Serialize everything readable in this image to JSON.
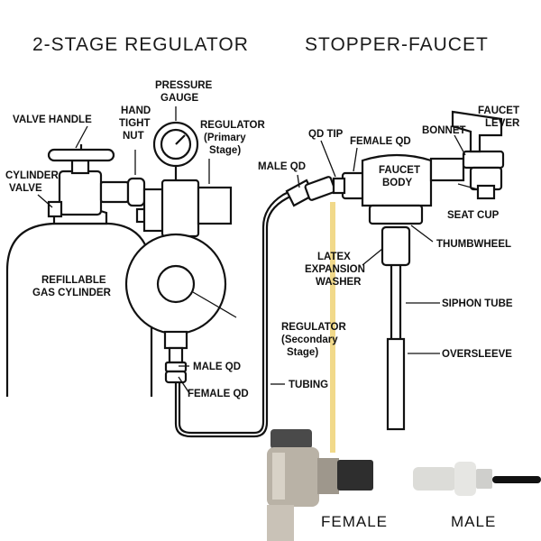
{
  "headers": {
    "left": "2-STAGE REGULATOR",
    "right": "STOPPER-FAUCET"
  },
  "labels": {
    "pressure_gauge": [
      "PRESSURE",
      "GAUGE"
    ],
    "valve_handle": [
      "VALVE HANDLE"
    ],
    "hand_tight_nut": [
      "HAND",
      "TIGHT",
      "NUT"
    ],
    "regulator_primary": [
      "REGULATOR",
      "(Primary",
      "Stage)"
    ],
    "cylinder_valve": [
      "CYLINDER",
      "VALVE"
    ],
    "refillable_gas_cylinder": [
      "REFILLABLE",
      "GAS CYLINDER"
    ],
    "regulator_secondary": [
      "REGULATOR",
      "(Secondary",
      "Stage)"
    ],
    "male_qd_left": [
      "MALE QD"
    ],
    "female_qd_left": [
      "FEMALE QD"
    ],
    "tubing": [
      "TUBING"
    ],
    "qd_tip": [
      "QD TIP"
    ],
    "female_qd_top": [
      "FEMALE QD"
    ],
    "male_qd_top": [
      "MALE QD"
    ],
    "faucet_body": [
      "FAUCET",
      "BODY"
    ],
    "bonnet": [
      "BONNET"
    ],
    "faucet_lever": [
      "FAUCET",
      "LEVER"
    ],
    "seat_cup": [
      "SEAT CUP"
    ],
    "thumbwheel": [
      "THUMBWHEEL"
    ],
    "latex_expansion_washer": [
      "LATEX",
      "EXPANSION",
      "WASHER"
    ],
    "siphon_tube": [
      "SIPHON TUBE"
    ],
    "oversleeve": [
      "OVERSLEEVE"
    ]
  },
  "photo_captions": {
    "female": "FEMALE",
    "male": "MALE"
  },
  "highlight_color": "#f1d98a"
}
